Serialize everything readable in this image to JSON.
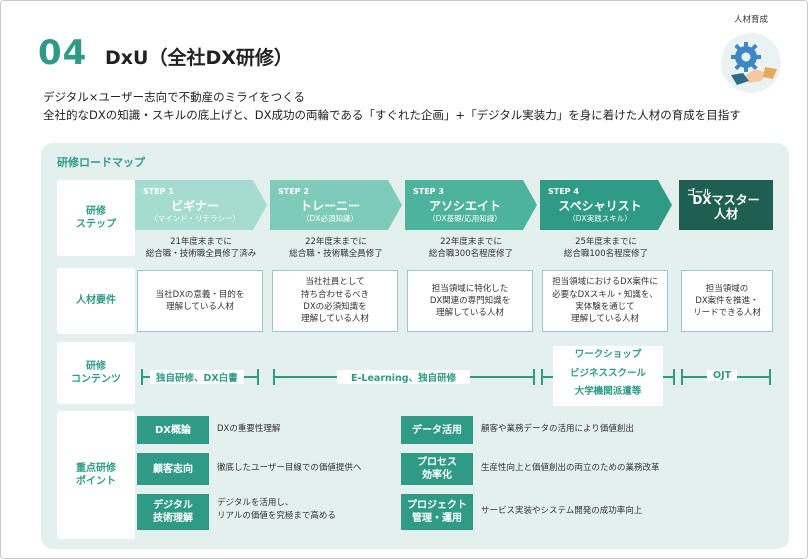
{
  "header": {
    "number": "04",
    "title": "DxU（全社DX研修）",
    "intro_line1": "デジタル×ユーザー志向で不動産のミライをつくる",
    "intro_line2": "全社的なDXの知識・スキルの底上げと、DX成功の両輪である「すぐれた企画」+「デジタル実装力」を身に着けた人材の育成を目指す",
    "badge_label": "人材育成"
  },
  "roadmap": {
    "title": "研修ロードマップ",
    "row_labels": {
      "steps": "研修\nステップ",
      "requirements": "人材要件",
      "contents": "研修\nコンテンツ",
      "focus": "重点研修\nポイント"
    },
    "steps": [
      {
        "label": "STEP 1",
        "name": "ビギナー",
        "sub": "（マインド・リテラシー）",
        "note": "21年度末までに\n総合職・技術職全員修了済み",
        "requirement": "当社DXの意義・目的を\n理解している人材"
      },
      {
        "label": "STEP 2",
        "name": "トレーニー",
        "sub": "（DX必須知識）",
        "note": "22年度末までに\n総合職・技術職全員修了",
        "requirement": "当社社員として\n持ち合わせるべき\nDXの必須知識を\n理解している人材"
      },
      {
        "label": "STEP 3",
        "name": "アソシエイト",
        "sub": "（DX基礎/応用知識）",
        "note": "22年度末までに\n総合職300名程度修了",
        "requirement": "担当領域に特化した\nDX関連の専門知識を\n理解している人材"
      },
      {
        "label": "STEP 4",
        "name": "スペシャリスト",
        "sub": "（DX実践スキル）",
        "note": "25年度末までに\n総合職100名程度修了",
        "requirement": "担当領域におけるDX案件に\n必要なDXスキル・知識を、\n実体験を通じて\n理解している人材"
      },
      {
        "label": "ゴール",
        "name": "DXマスター\n人材",
        "sub": "",
        "note": "",
        "requirement": "担当領域の\nDX案件を推進・\nリードできる人材"
      }
    ],
    "contents": {
      "c1": "独自研修、DX白書",
      "c2": "E-Learning、独自研修",
      "c3": [
        "ワークショップ",
        "ビジネススクール",
        "大学機関派遣等"
      ],
      "c4": "OJT"
    },
    "focus_points": [
      {
        "title": "DX概論",
        "desc": "DXの重要性理解"
      },
      {
        "title": "顧客志向",
        "desc": "徹底したユーザー目線での価値提供へ"
      },
      {
        "title": "デジタル\n技術理解",
        "desc": "デジタルを活用し、\nリアルの価値を究極まで高める"
      },
      {
        "title": "データ活用",
        "desc": "顧客や業務データの活用により価値創出"
      },
      {
        "title": "プロセス\n効率化",
        "desc": "生産性向上と価値創出の両立のための業務改革"
      },
      {
        "title": "プロジェクト\n管理・運用",
        "desc": "サービス実装やシステム開発の成功率向上"
      }
    ]
  },
  "colors": {
    "accent": "#2f9b86",
    "step1": "#a6dccf",
    "step2": "#7fcbb9",
    "step3": "#4db39d",
    "step4": "#2f9b86",
    "goal": "#1f5f52",
    "panel_bg": "#e3f0ed"
  },
  "icons": [
    "gear-icon",
    "handshake-icon"
  ]
}
